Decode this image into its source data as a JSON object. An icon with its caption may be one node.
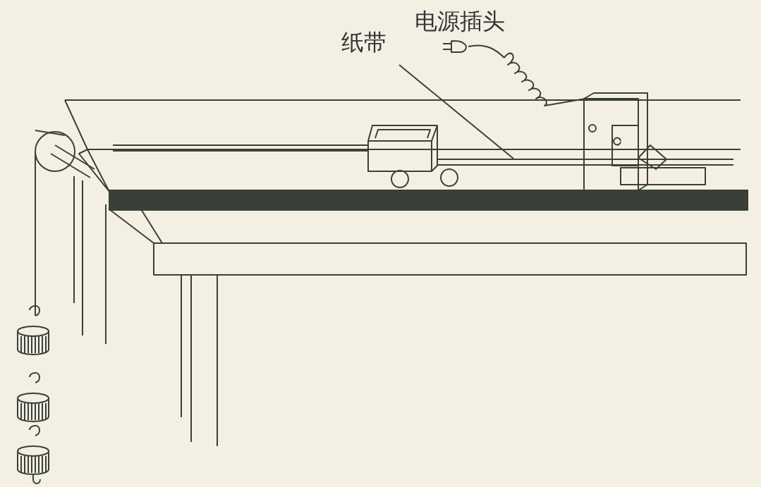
{
  "diagram": {
    "nodes": [
      {
        "text": [
          "纸带"
        ]
      },
      {
        "text": [],
        "shape": "bar"
      }
    ],
    "edges": [
      {
        "from": 0,
        "to": 1,
        "arrow": "none"
      }
    ],
    "labels": [
      "电源插头"
    ]
  }
}
